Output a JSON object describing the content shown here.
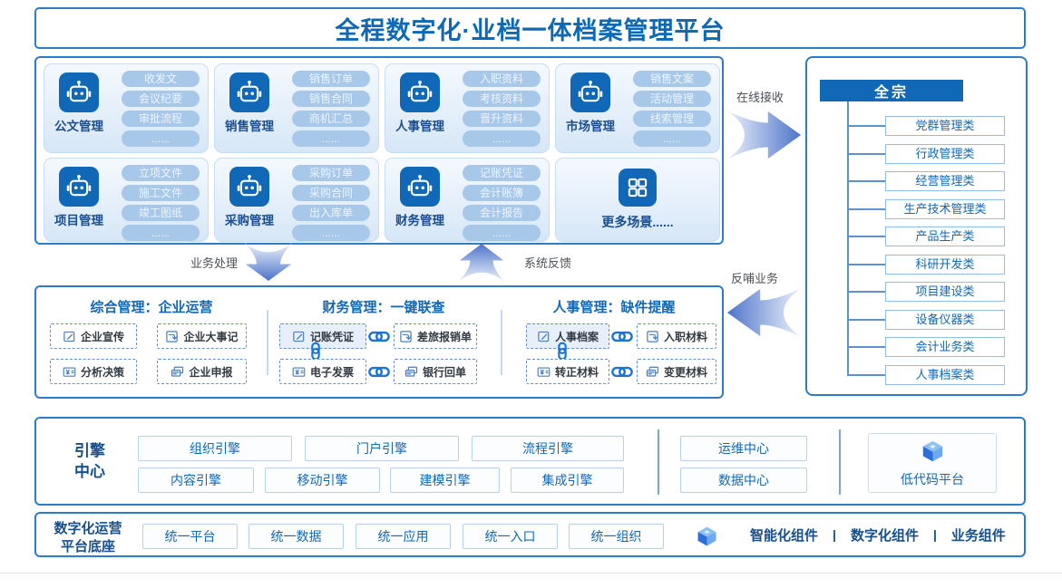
{
  "title": "全程数字化·业档一体档案管理平台",
  "modules": [
    {
      "name": "公文管理",
      "items": [
        "收发文",
        "会议纪要",
        "审批流程",
        "......"
      ]
    },
    {
      "name": "销售管理",
      "items": [
        "销售订单",
        "销售合同",
        "商机汇总",
        "......"
      ]
    },
    {
      "name": "人事管理",
      "items": [
        "入职资料",
        "考核资料",
        "晋升资料",
        "......"
      ]
    },
    {
      "name": "市场管理",
      "items": [
        "销售文案",
        "活动管理",
        "线索管理",
        "......"
      ]
    },
    {
      "name": "项目管理",
      "items": [
        "立项文件",
        "施工文件",
        "竣工图纸",
        "......"
      ]
    },
    {
      "name": "采购管理",
      "items": [
        "采购订单",
        "采购合同",
        "出入库单",
        "......"
      ]
    },
    {
      "name": "财务管理",
      "items": [
        "记账凭证",
        "会计账簿",
        "会计报告",
        "......"
      ]
    }
  ],
  "more_scene": "更多场景......",
  "archive": {
    "root": "全宗",
    "categories": [
      "党群管理类",
      "行政管理类",
      "经营管理类",
      "生产技术管理类",
      "产品生产类",
      "科研开发类",
      "项目建设类",
      "设备仪器类",
      "会计业务类",
      "人事档案类"
    ]
  },
  "scenarios": [
    {
      "title": "综合管理：企业运营",
      "items": [
        "企业宣传",
        "企业大事记",
        "分析决策",
        "企业申报"
      ]
    },
    {
      "title": "财务管理：一键联查",
      "items": [
        "记账凭证",
        "差旅报销单",
        "电子发票",
        "银行回单"
      ]
    },
    {
      "title": "人事管理：缺件提醒",
      "items": [
        "人事档案",
        "入职材料",
        "转正材料",
        "变更材料"
      ]
    }
  ],
  "flow_labels": {
    "online": "在线接收",
    "feedback": "反哺业务",
    "process": "业务处理",
    "system": "系统反馈"
  },
  "engine": {
    "label": "引擎中心",
    "row1": [
      "组织引擎",
      "门户引擎",
      "流程引擎"
    ],
    "row2": [
      "内容引擎",
      "移动引擎",
      "建模引擎",
      "集成引擎"
    ],
    "centers": [
      "运维中心",
      "数据中心"
    ],
    "lowcode": "低代码平台"
  },
  "base": {
    "label": "数字化运营平台底座",
    "items": [
      "统一平台",
      "统一数据",
      "统一应用",
      "统一入口",
      "统一组织"
    ],
    "components": [
      "智能化组件",
      "数字化组件",
      "业务组件"
    ],
    "separator": "|"
  },
  "colors": {
    "primary_text": "#1268b3",
    "panel_border": "#2b7cc9",
    "header_fill": "#1168b7",
    "pill_bg": "#a7c8e9",
    "card_gradient_bottom": "#d7e7f7",
    "dark_label": "#164f8c",
    "chain_blue": "#1b74d2",
    "arrow_tip": "#4d74ca"
  },
  "icons": {
    "module": "robot-icon",
    "more": "grid-icon",
    "link": "chain-link-icon",
    "edit": "edit-icon",
    "transfer": "doc-arrow-icon",
    "money": "money-card-icon",
    "cards": "bank-cards-icon",
    "cube": "cube-icon"
  }
}
